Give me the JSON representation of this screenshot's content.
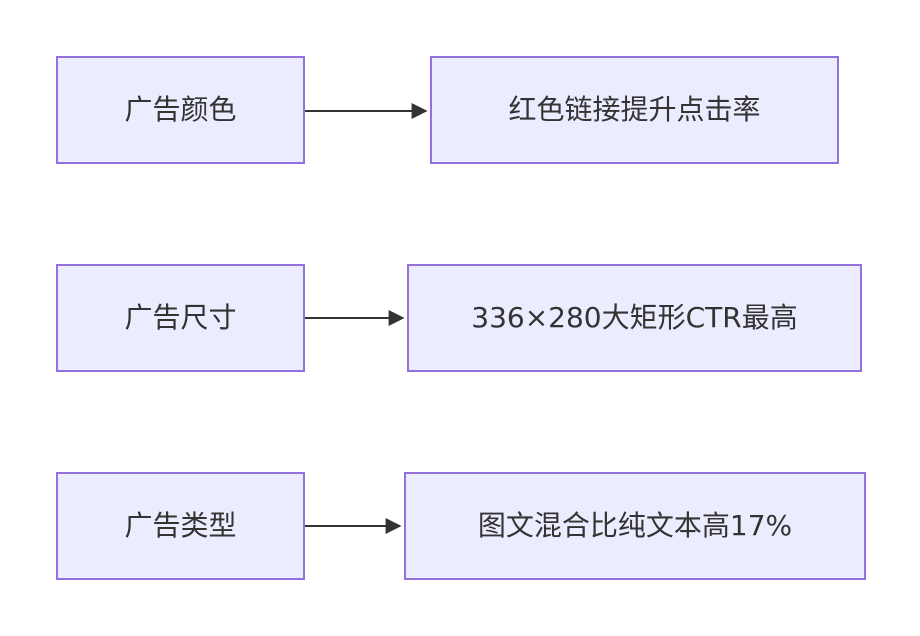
{
  "colors": {
    "node_fill": "#ECECFF",
    "node_border": "#9370DB",
    "edge": "#333333",
    "text": "#333333",
    "background": "#ffffff"
  },
  "rows": [
    {
      "source": "广告颜色",
      "target": "红色链接提升点击率"
    },
    {
      "source": "广告尺寸",
      "target": "336×280大矩形CTR最高"
    },
    {
      "source": "广告类型",
      "target": "图文混合比纯文本高17%"
    }
  ]
}
